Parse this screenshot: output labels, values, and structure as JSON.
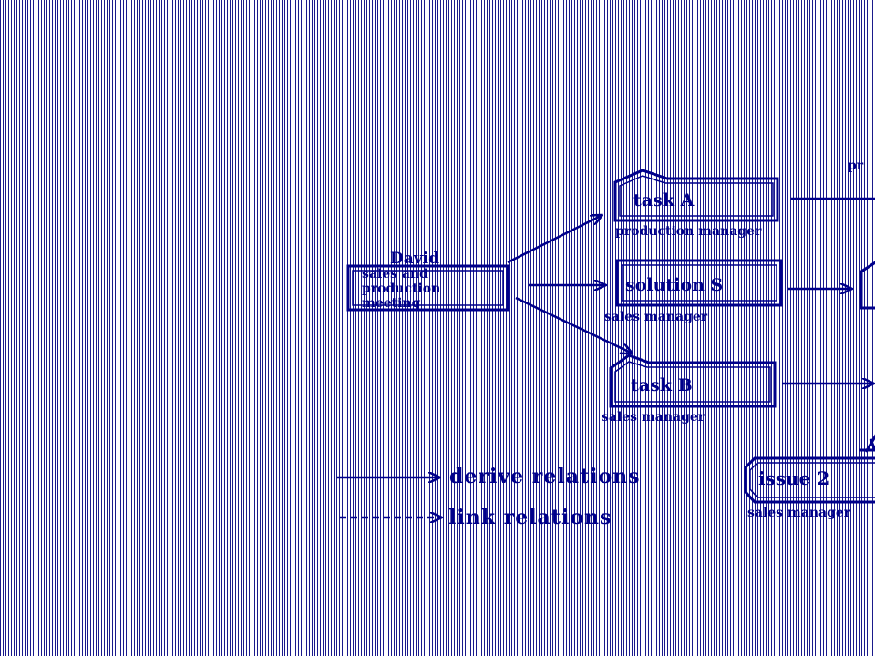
{
  "colors": {
    "ink": "#00008b",
    "stripe": "#1a1a8c",
    "background": "#ffffff"
  },
  "diagram": {
    "meeting": {
      "person": "David",
      "line1": "sales and",
      "line2": "production",
      "line3": "meeting"
    },
    "task_a": {
      "label": "task A",
      "owner": "production manager"
    },
    "solution_s": {
      "label": "solution S",
      "owner": "sales manager"
    },
    "task_b": {
      "label": "task B",
      "owner": "sales manager"
    },
    "issue_2": {
      "label": "issue 2",
      "owner": "sales manager"
    },
    "top_right_text": "pr"
  },
  "legend": {
    "derive": "derive relations",
    "link": "link relations"
  }
}
